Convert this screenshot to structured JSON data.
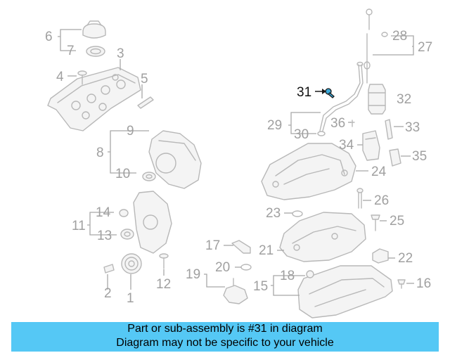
{
  "diagram": {
    "highlighted_part": "31",
    "callouts": [
      "1",
      "2",
      "3",
      "4",
      "5",
      "6",
      "7",
      "8",
      "9",
      "10",
      "11",
      "12",
      "13",
      "14",
      "15",
      "16",
      "17",
      "18",
      "19",
      "20",
      "21",
      "22",
      "23",
      "24",
      "25",
      "26",
      "27",
      "28",
      "29",
      "30",
      "31",
      "32",
      "33",
      "34",
      "35",
      "36"
    ],
    "colors": {
      "line": "#b8b8b8",
      "label": "#a0a0a0",
      "highlight": "#39a8d8",
      "banner": "#55c8f5"
    }
  },
  "banner": {
    "line1": "Part or sub-assembly is #31 in diagram",
    "line2": "Diagram may not be specific to your vehicle"
  }
}
